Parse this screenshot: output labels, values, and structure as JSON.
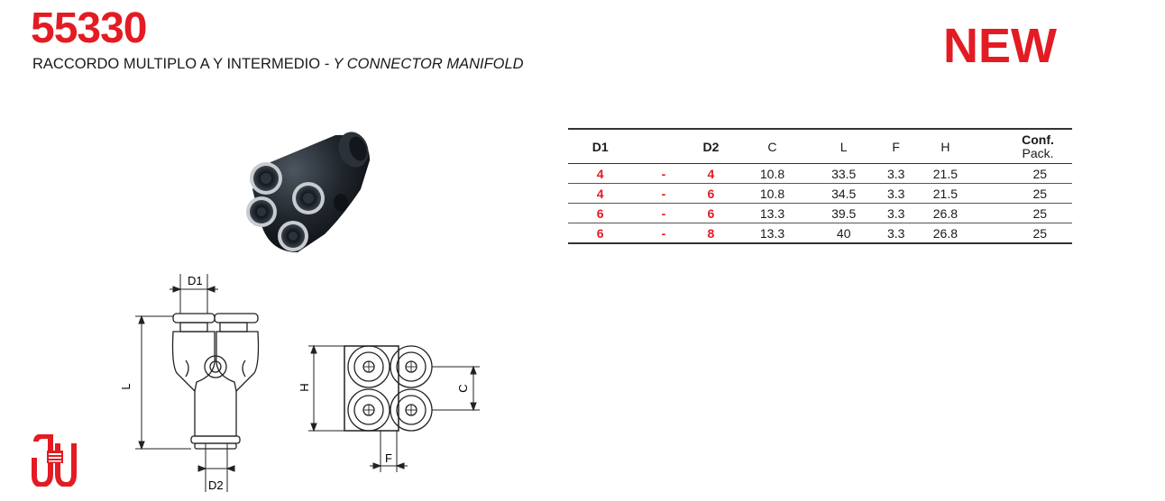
{
  "header": {
    "code": "55330",
    "title_it": "RACCORDO MULTIPLO A Y INTERMEDIO",
    "separator": " - ",
    "title_en": "Y CONNECTOR  MANIFOLD",
    "badge": "NEW"
  },
  "table": {
    "headers": {
      "d1": "D1",
      "d2": "D2",
      "c": "C",
      "l": "L",
      "f": "F",
      "h": "H",
      "conf": "Conf.",
      "pack": "Pack."
    },
    "rows": [
      {
        "d1": "4",
        "dash": "-",
        "d2": "4",
        "c": "10.8",
        "l": "33.5",
        "f": "3.3",
        "h": "21.5",
        "pack": "25"
      },
      {
        "d1": "4",
        "dash": "-",
        "d2": "6",
        "c": "10.8",
        "l": "34.5",
        "f": "3.3",
        "h": "21.5",
        "pack": "25"
      },
      {
        "d1": "6",
        "dash": "-",
        "d2": "6",
        "c": "13.3",
        "l": "39.5",
        "f": "3.3",
        "h": "26.8",
        "pack": "25"
      },
      {
        "d1": "6",
        "dash": "-",
        "d2": "8",
        "c": "13.3",
        "l": "40",
        "f": "3.3",
        "h": "26.8",
        "pack": "25"
      }
    ]
  },
  "drawing_labels": {
    "d1": "D1",
    "d2": "D2",
    "l": "L",
    "h": "H",
    "c": "C",
    "f": "F"
  },
  "colors": {
    "accent": "#e31b23",
    "text": "#1a1a1a"
  },
  "icons": [
    "product-photo",
    "technical-drawing",
    "brand-logo"
  ]
}
